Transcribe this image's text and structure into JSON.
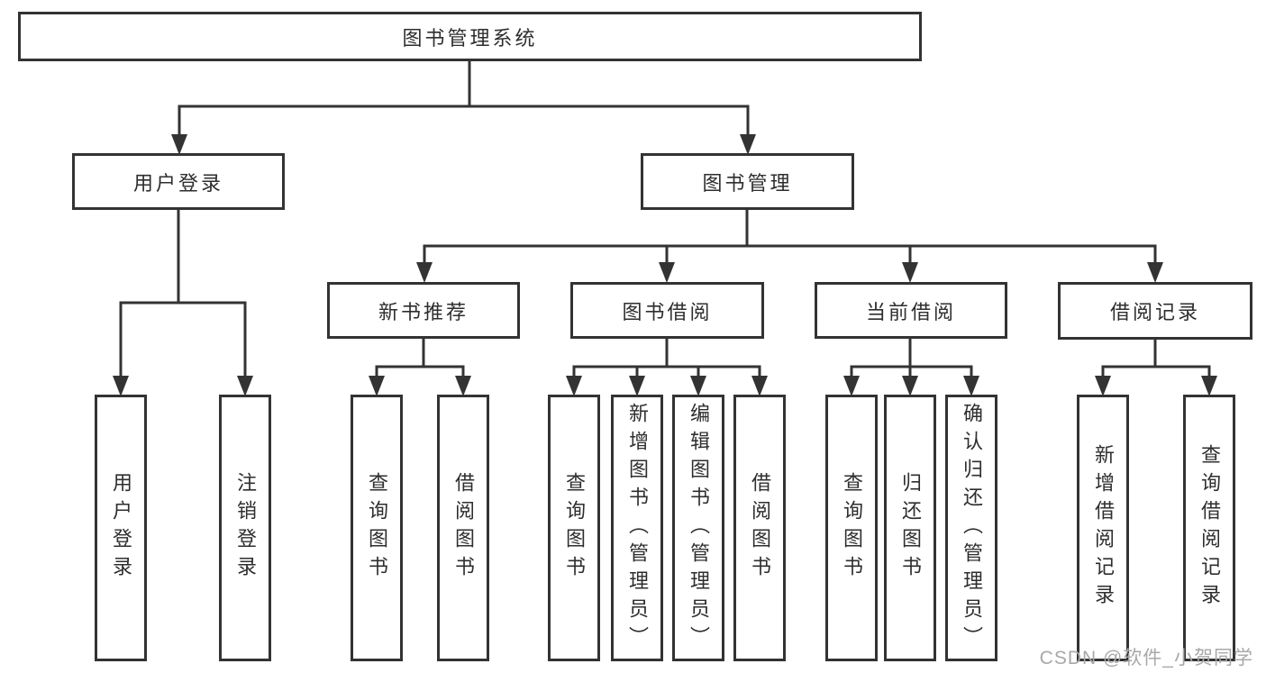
{
  "diagram": {
    "title": "图书管理系统",
    "root": {
      "label": "图书管理系统"
    },
    "branches": [
      {
        "label": "用户登录",
        "children": [
          {
            "label": "用户登录"
          },
          {
            "label": "注销登录"
          }
        ]
      },
      {
        "label": "图书管理",
        "children": [
          {
            "label": "新书推荐",
            "children": [
              {
                "label": "查询图书"
              },
              {
                "label": "借阅图书"
              }
            ]
          },
          {
            "label": "图书借阅",
            "children": [
              {
                "label": "查询图书"
              },
              {
                "label": "新增图书（管理员）"
              },
              {
                "label": "编辑图书（管理员）"
              },
              {
                "label": "借阅图书"
              }
            ]
          },
          {
            "label": "当前借阅",
            "children": [
              {
                "label": "查询图书"
              },
              {
                "label": "归还图书"
              },
              {
                "label": "确认归还（管理员）"
              }
            ]
          },
          {
            "label": "借阅记录",
            "children": [
              {
                "label": "新增借阅记录"
              },
              {
                "label": "查询借阅记录"
              }
            ]
          }
        ]
      }
    ]
  },
  "watermark": {
    "text": "CSDN @软件_小贺同学"
  },
  "colors": {
    "line": "#333333",
    "box_border": "#333333",
    "box_fill": "#ffffff",
    "text": "#2e2e2e",
    "watermark": "#a8a8a8",
    "background": "#ffffff"
  }
}
